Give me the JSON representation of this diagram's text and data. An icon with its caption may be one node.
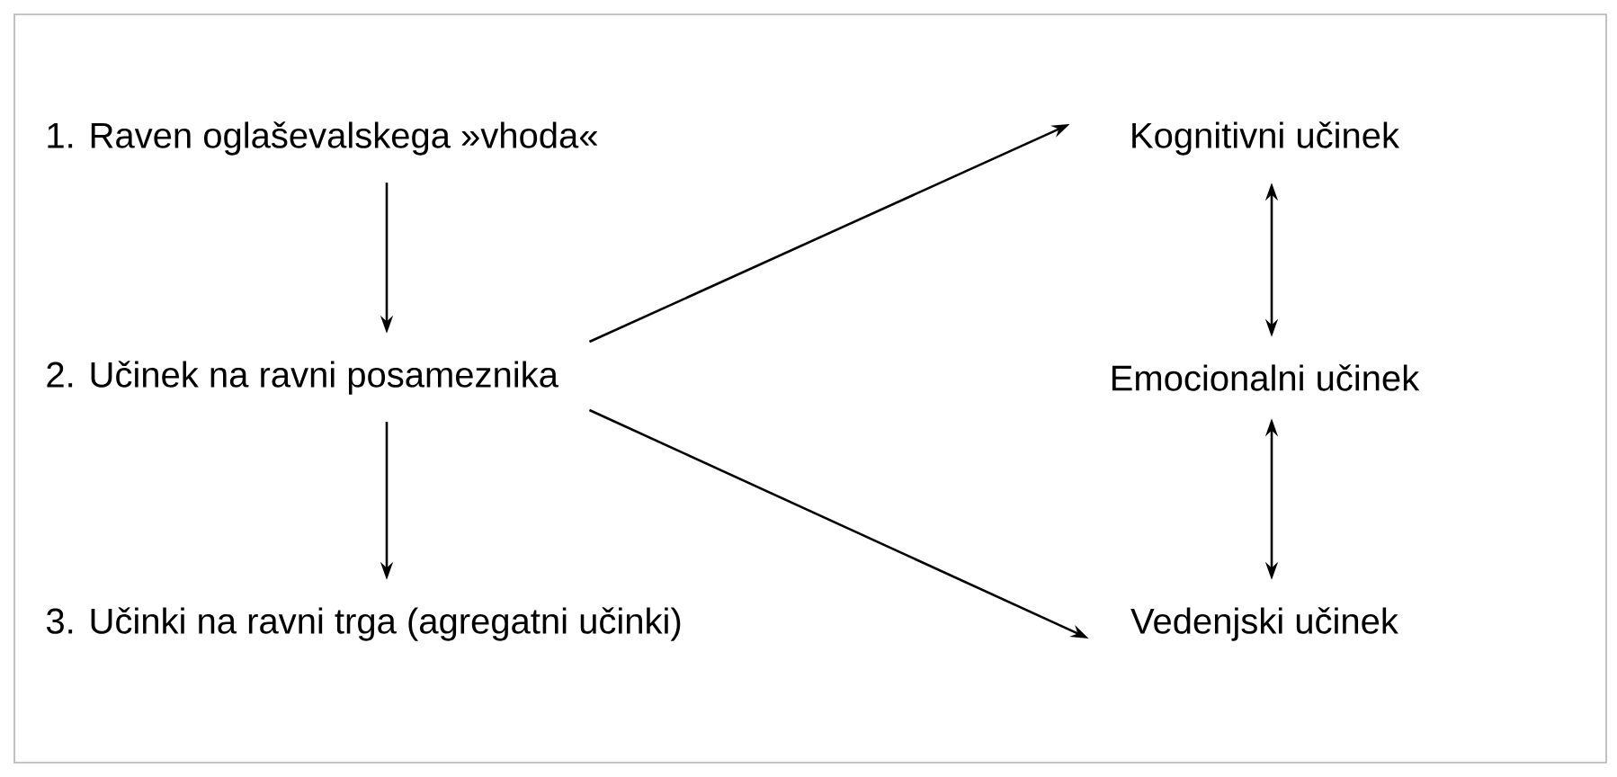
{
  "diagram": {
    "nodes": [
      {
        "text": [
          "1. Raven oglaševalskega »vhoda«"
        ]
      },
      {
        "text": [
          "2. Učinek na ravni posameznika"
        ]
      },
      {
        "text": [
          "3. Učinki na ravni trga (agregatni učinki)"
        ]
      },
      {
        "text": [
          "Kognitivni učinek"
        ]
      },
      {
        "text": [
          "Emocionalni učinek"
        ]
      },
      {
        "text": [
          "Vedenjski učinek"
        ]
      }
    ],
    "edges": [
      {
        "from": 0,
        "to": 1,
        "arrow": "to"
      },
      {
        "from": 1,
        "to": 2,
        "arrow": "to"
      },
      {
        "from": 1,
        "to": 3,
        "arrow": "to"
      },
      {
        "from": 1,
        "to": 5,
        "arrow": "to"
      },
      {
        "from": 3,
        "to": 4,
        "arrow": "both"
      },
      {
        "from": 4,
        "to": 5,
        "arrow": "both"
      }
    ]
  }
}
